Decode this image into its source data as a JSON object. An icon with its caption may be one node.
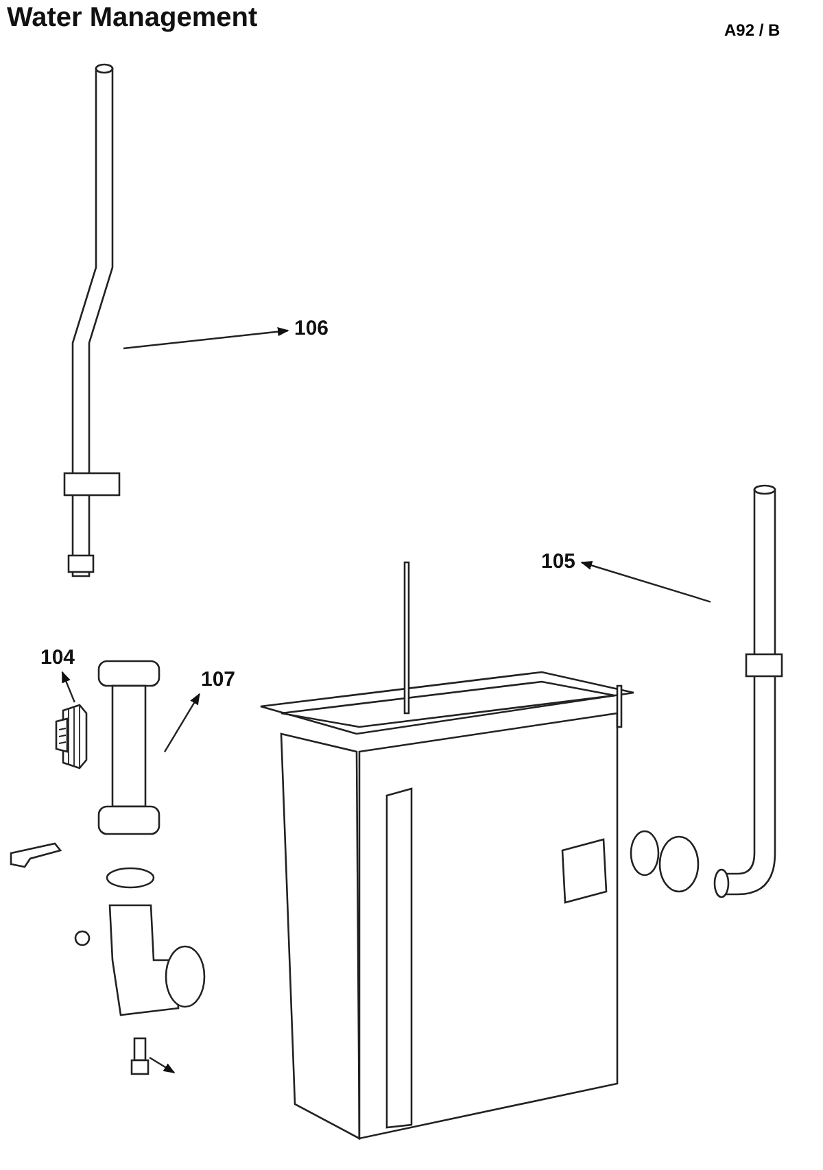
{
  "diagram": {
    "title": "Water Management",
    "nodes": [
      {
        "text": [
          "106"
        ]
      },
      {
        "text": [],
        "shape": "picture"
      },
      {
        "text": [
          "105"
        ]
      },
      {
        "text": [],
        "shape": "picture"
      },
      {
        "text": [
          "104"
        ]
      },
      {
        "text": [],
        "shape": "picture"
      },
      {
        "text": [
          "107"
        ]
      },
      {
        "text": [],
        "shape": "picture"
      },
      {
        "text": [],
        "shape": "picture"
      }
    ],
    "edges": [
      {
        "from": 1,
        "to": 0,
        "arrow": "to"
      },
      {
        "from": 3,
        "to": 2,
        "arrow": "to"
      },
      {
        "from": 5,
        "to": 4,
        "arrow": "to"
      },
      {
        "from": 7,
        "to": 6,
        "arrow": "to"
      },
      {
        "from": 8,
        "to": null,
        "arrow": "to"
      }
    ],
    "labels": [
      "A92 / B"
    ]
  }
}
